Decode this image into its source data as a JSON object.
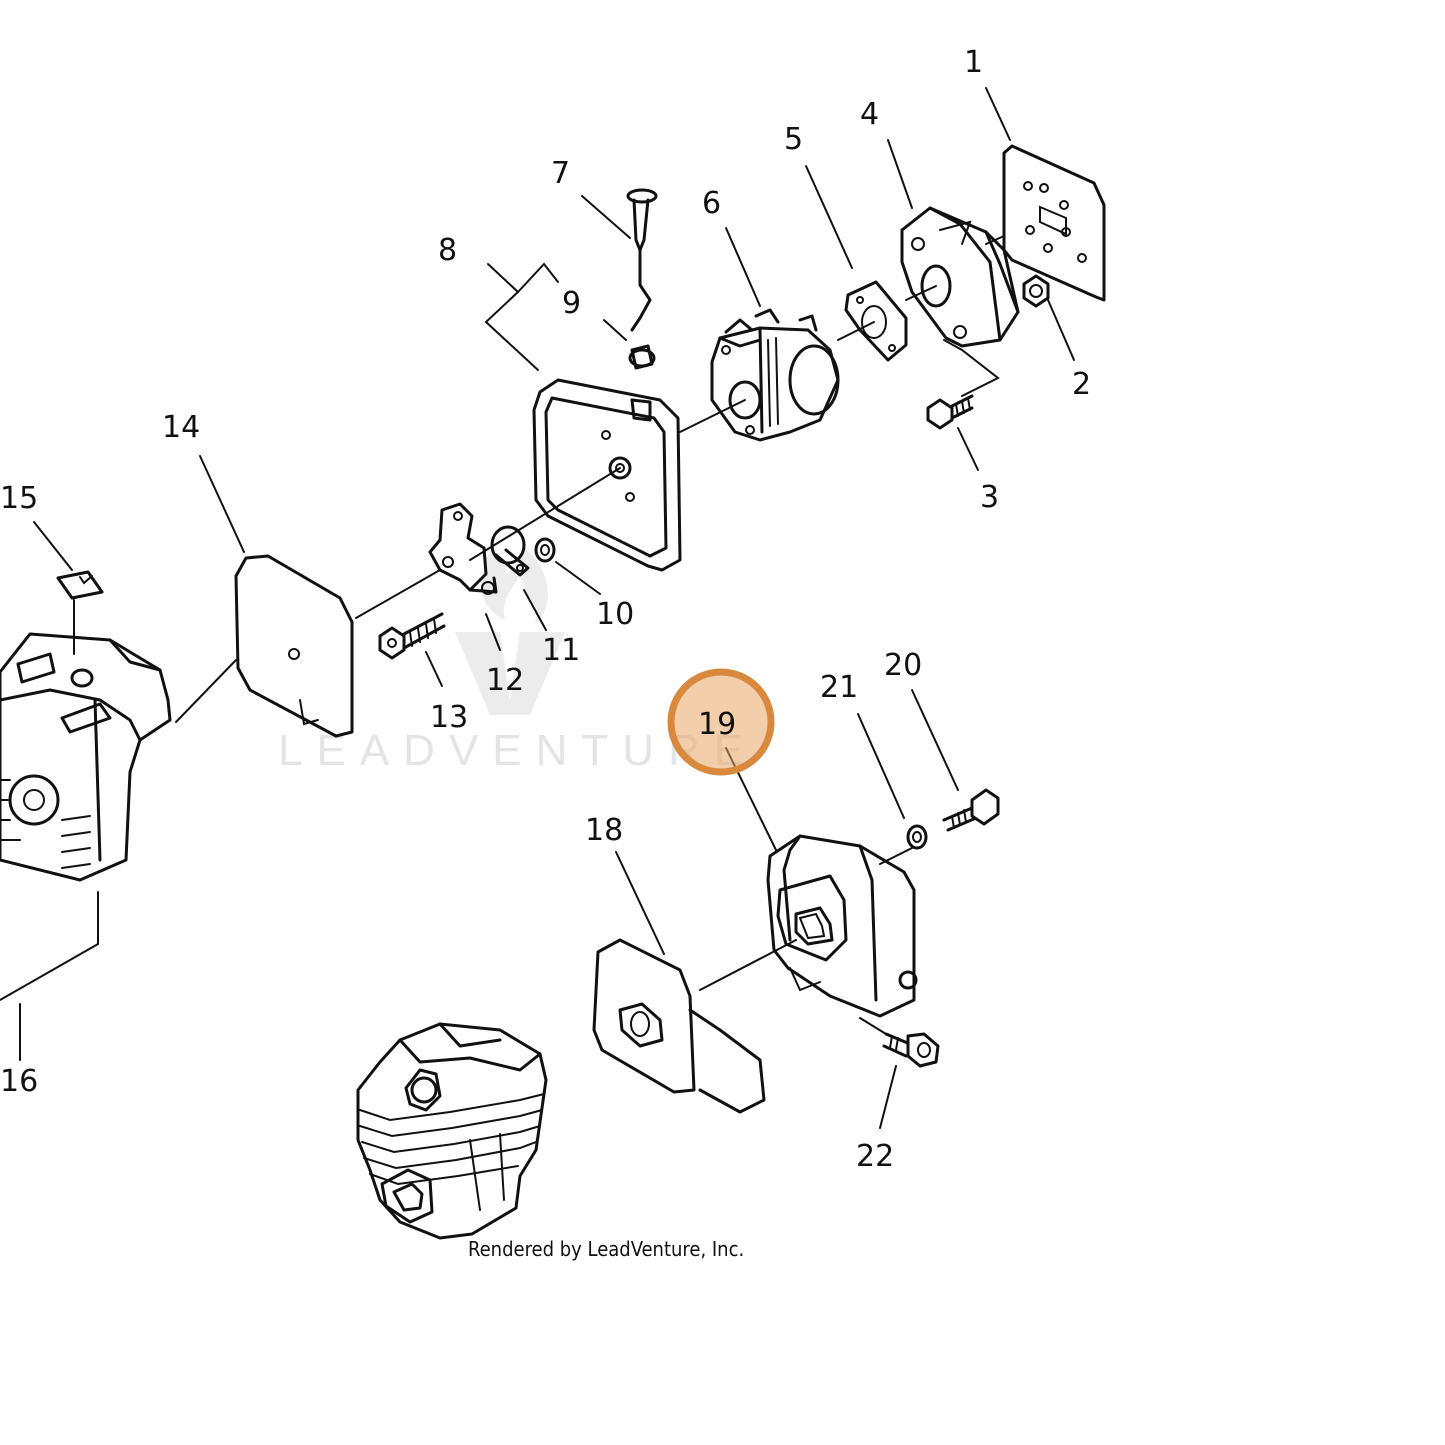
{
  "diagram": {
    "callouts": [
      {
        "id": "1",
        "label": "1"
      },
      {
        "id": "2",
        "label": "2"
      },
      {
        "id": "3",
        "label": "3"
      },
      {
        "id": "4",
        "label": "4"
      },
      {
        "id": "5",
        "label": "5"
      },
      {
        "id": "6",
        "label": "6"
      },
      {
        "id": "7",
        "label": "7"
      },
      {
        "id": "8",
        "label": "8"
      },
      {
        "id": "9",
        "label": "9"
      },
      {
        "id": "10",
        "label": "10"
      },
      {
        "id": "11",
        "label": "11"
      },
      {
        "id": "12",
        "label": "12"
      },
      {
        "id": "13",
        "label": "13"
      },
      {
        "id": "14",
        "label": "14"
      },
      {
        "id": "15",
        "label": "15"
      },
      {
        "id": "16",
        "label": "16"
      },
      {
        "id": "18",
        "label": "18"
      },
      {
        "id": "19",
        "label": "19"
      },
      {
        "id": "20",
        "label": "20"
      },
      {
        "id": "21",
        "label": "21"
      },
      {
        "id": "22",
        "label": "22"
      }
    ],
    "highlighted_callout": "19",
    "highlight_color": "#e09a55",
    "watermark": "LEADVENTURE",
    "credit": "Rendered by LeadVenture, Inc."
  }
}
